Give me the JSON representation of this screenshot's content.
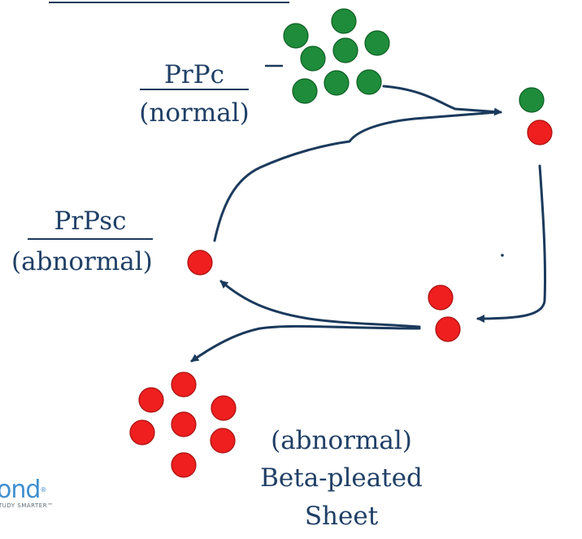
{
  "labels": {
    "prpc_name": "PrPc",
    "prpc_desc": "(normal)",
    "prpsc_name": "PrPsc",
    "prpsc_desc": "(abnormal)",
    "sheet_line1": "(abnormal)",
    "sheet_line2": "Beta-pleated",
    "sheet_line3": "Sheet"
  },
  "logo": {
    "word": "ond",
    "registered": "®",
    "tagline": "TUDY SMARTER™"
  },
  "colors": {
    "normal_protein": "#1e8c3a",
    "abnormal_protein": "#ef1f1f",
    "ink": "#1b3a5c",
    "text": "#1f3f66",
    "logo": "#3f8fd0"
  }
}
